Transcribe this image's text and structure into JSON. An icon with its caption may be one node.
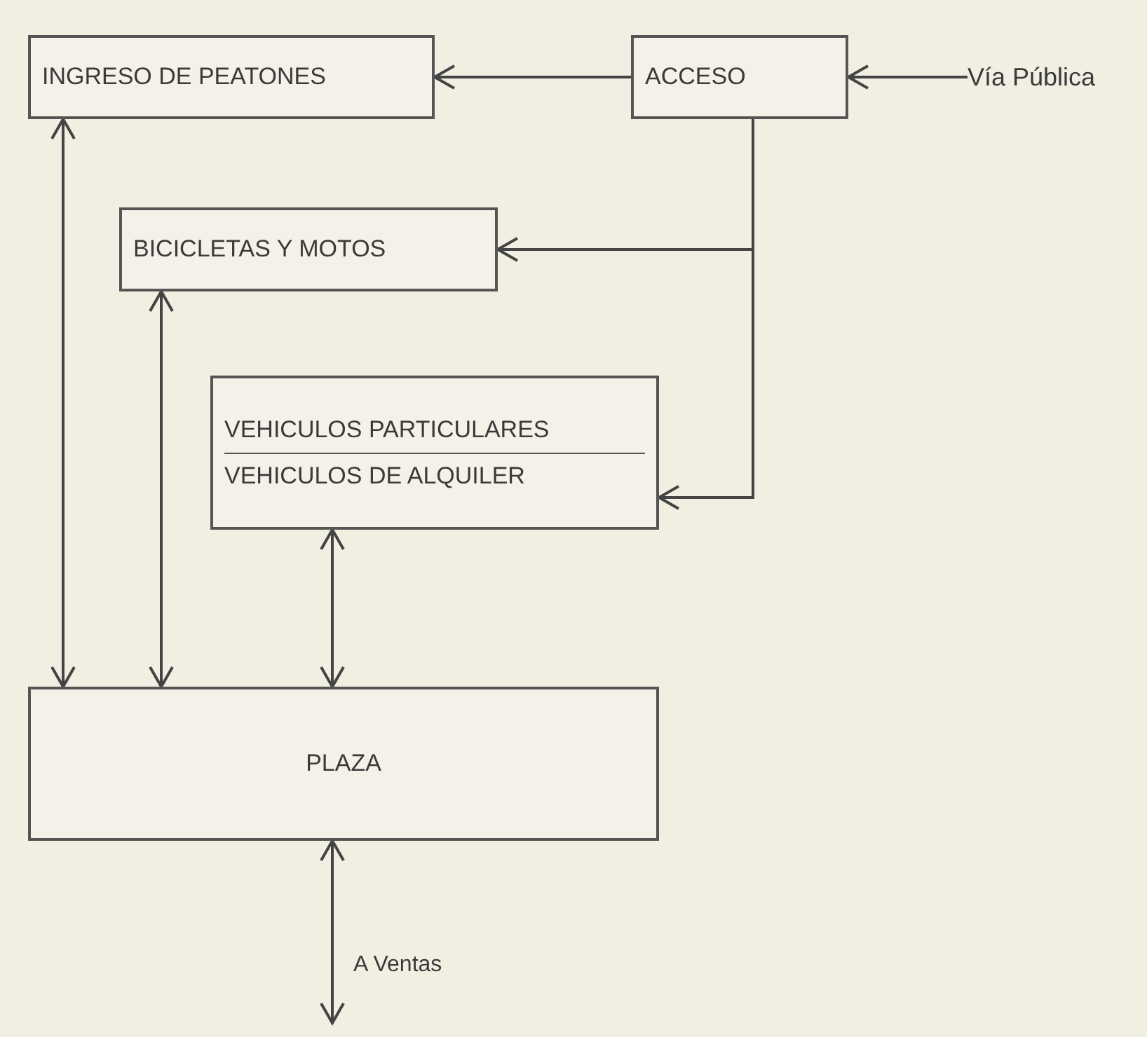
{
  "diagram": {
    "nodes": [
      {
        "text": [
          "INGRESO DE PEATONES"
        ]
      },
      {
        "text": [
          "ACCESO"
        ]
      },
      {
        "text": [
          "Vía Pública"
        ]
      },
      {
        "text": [
          "BICICLETAS Y MOTOS"
        ]
      },
      {
        "text": [
          "VEHICULOS PARTICULARES",
          "VEHICULOS DE ALQUILER"
        ]
      },
      {
        "text": [
          "PLAZA"
        ]
      }
    ],
    "edges": [
      {
        "from": 2,
        "to": 1,
        "arrow": "to"
      },
      {
        "from": 1,
        "to": 0,
        "arrow": "to"
      },
      {
        "from": 1,
        "to": 3,
        "arrow": "to"
      },
      {
        "from": 1,
        "to": 4,
        "arrow": "to"
      },
      {
        "from": 0,
        "to": 5,
        "arrow": "both"
      },
      {
        "from": 3,
        "to": 5,
        "arrow": "both"
      },
      {
        "from": 4,
        "to": 5,
        "arrow": "both"
      },
      {
        "from": 5,
        "to": null,
        "arrow": "both",
        "label": "A Ventas"
      }
    ]
  }
}
